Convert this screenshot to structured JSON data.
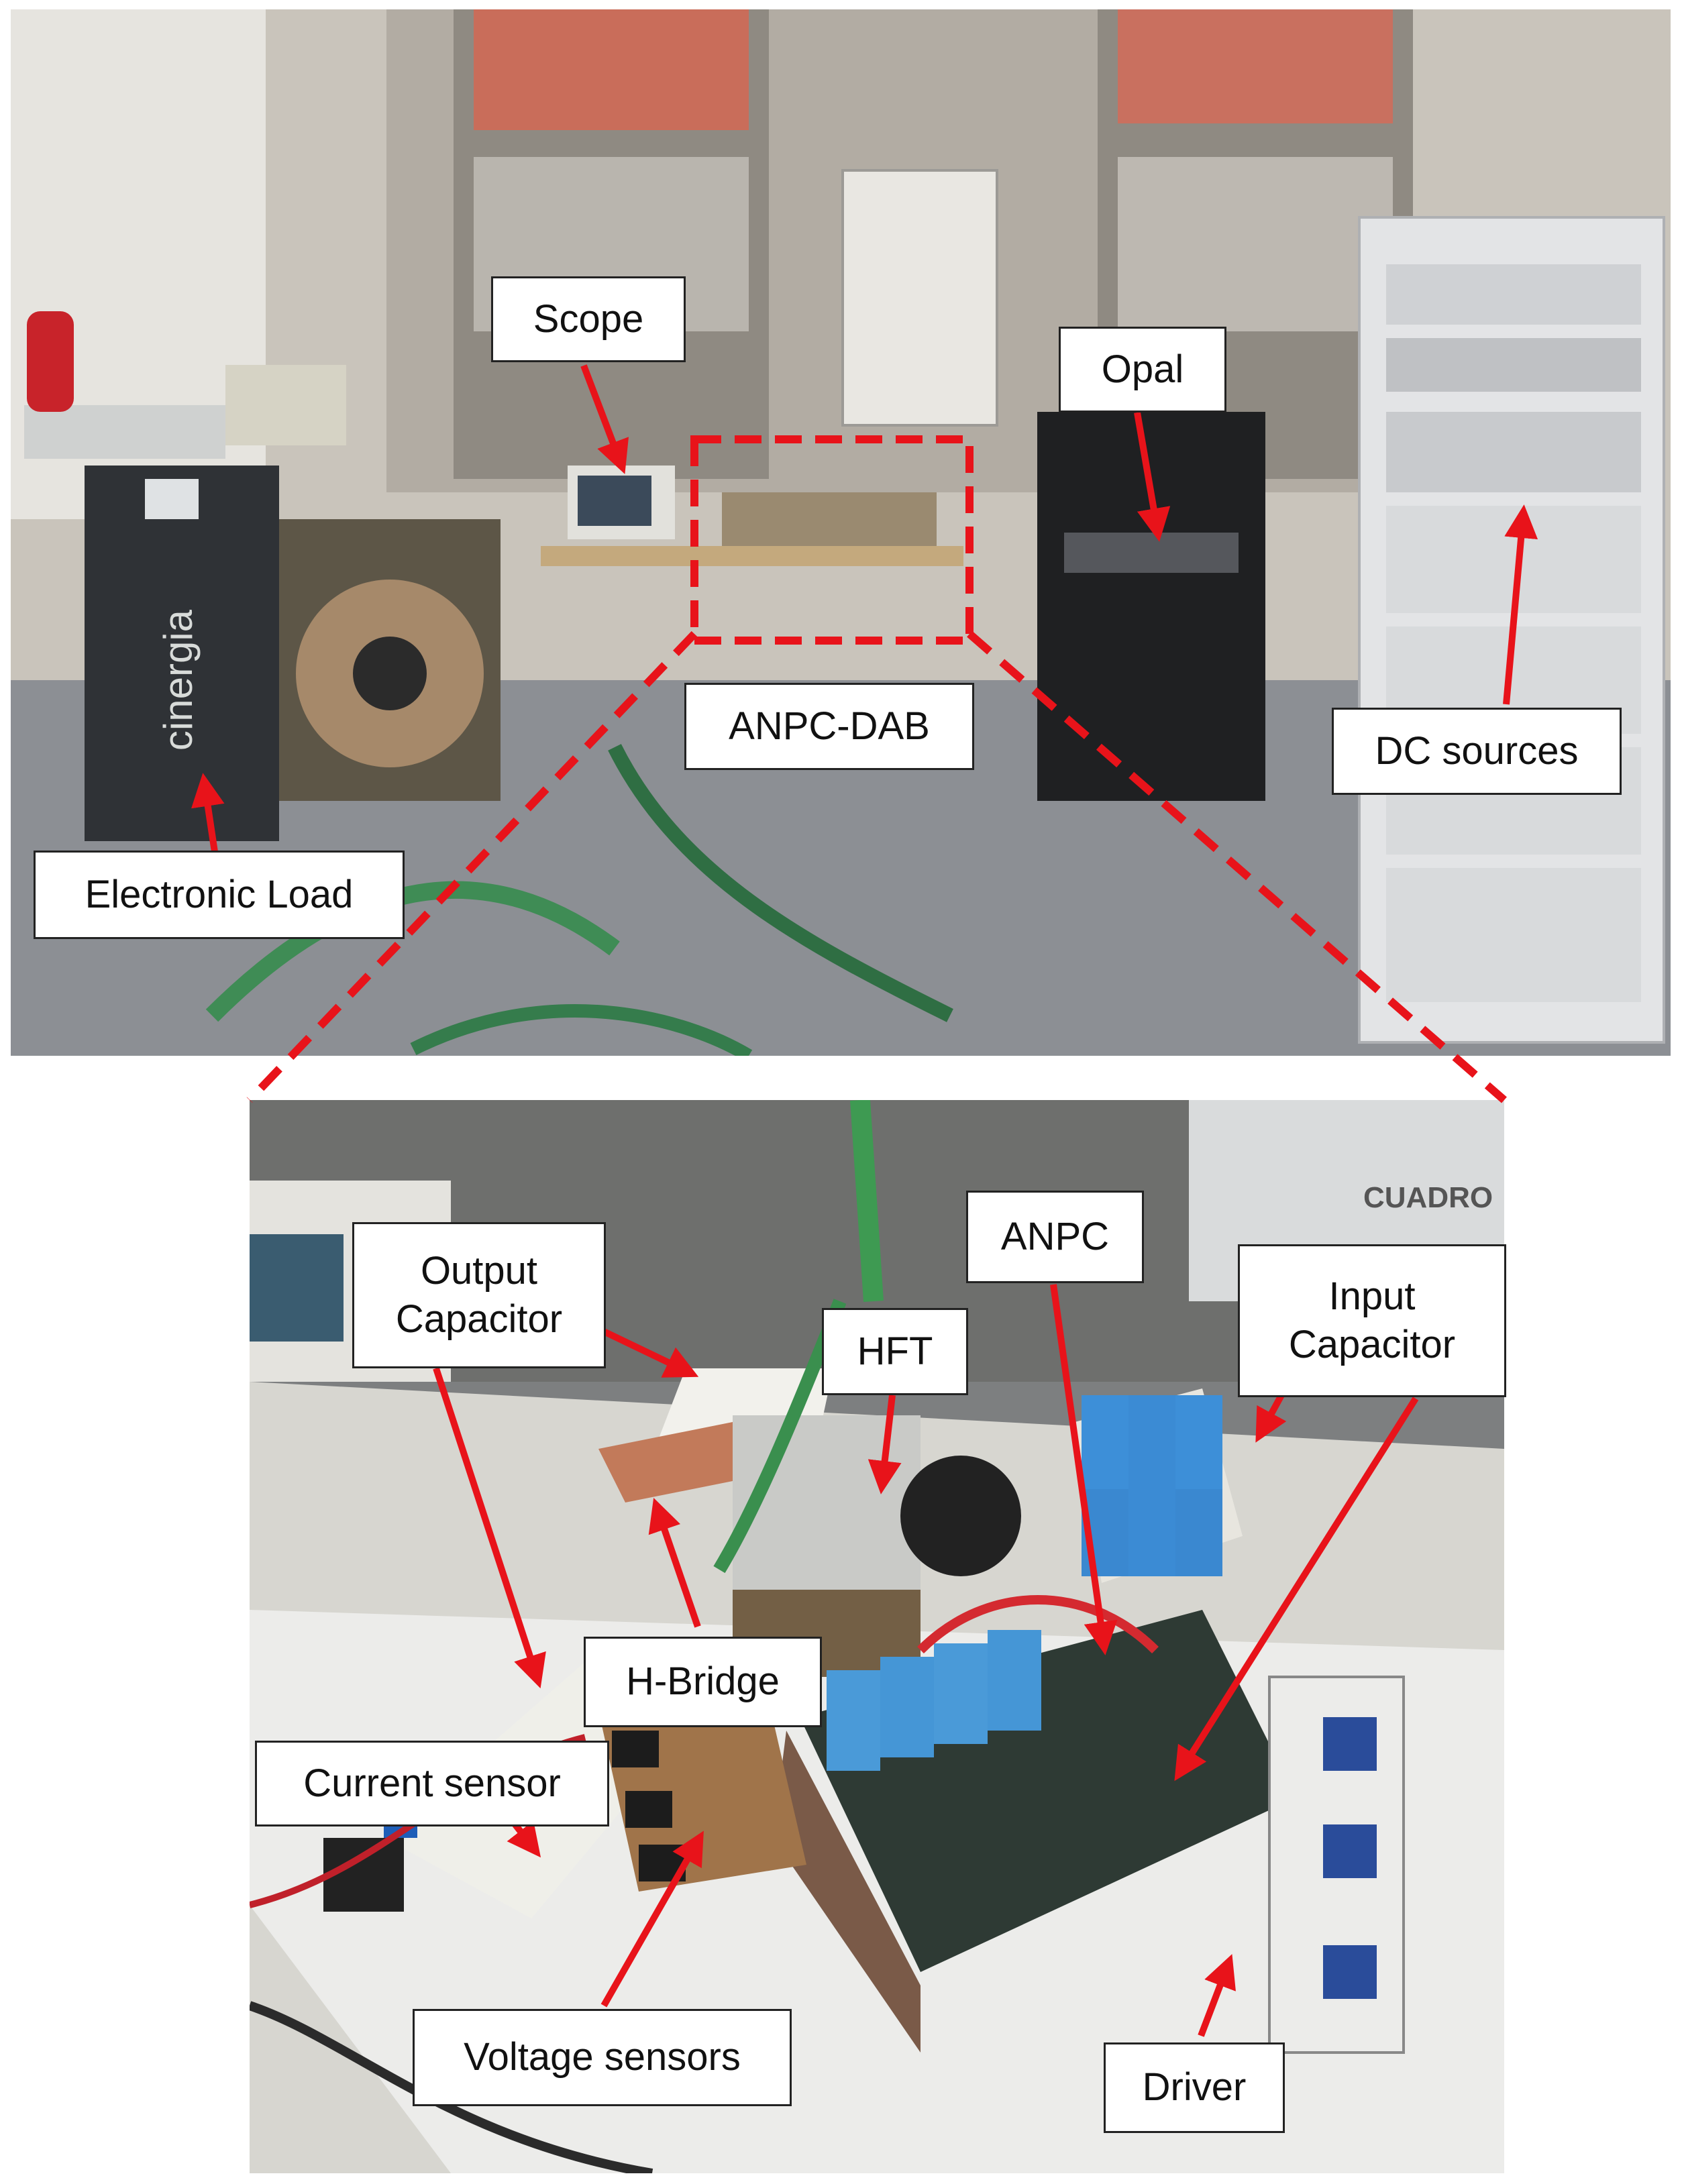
{
  "labels": {
    "scope": "Scope",
    "opal": "Opal",
    "anpc_dab": "ANPC-DAB",
    "dc_sources": "DC sources",
    "electronic_load": "Electronic Load",
    "output_capacitor_line1": "Output",
    "output_capacitor_line2": "Capacitor",
    "hft": "HFT",
    "anpc": "ANPC",
    "input_capacitor_line1": "Input",
    "input_capacitor_line2": "Capacitor",
    "h_bridge": "H-Bridge",
    "current_sensor": "Current sensor",
    "voltage_sensors": "Voltage sensors",
    "driver": "Driver"
  },
  "photo_text": {
    "cinergia_brand": "cinergia",
    "cuadro_sign": "CUADRO"
  },
  "colors": {
    "arrow": "#e8131a",
    "label_border": "#222222",
    "dashed_box": "#e8131a"
  }
}
